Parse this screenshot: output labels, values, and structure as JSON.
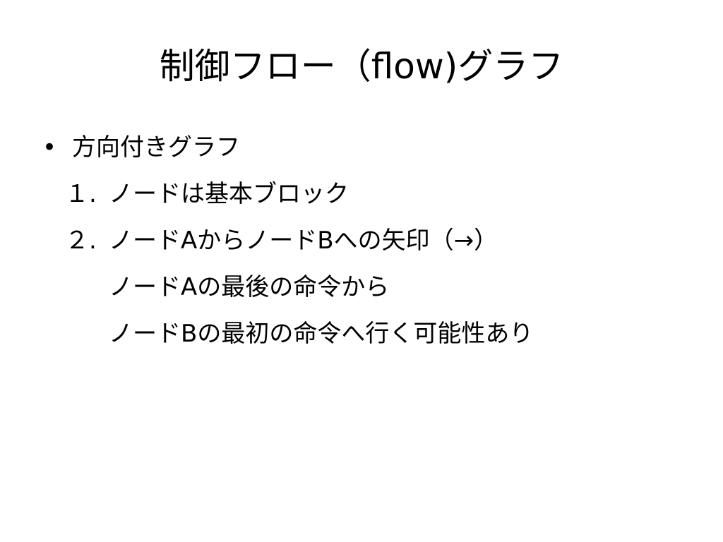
{
  "slide": {
    "title": "制御フロー（flow)グラフ",
    "bullet": {
      "symbol": "•",
      "text": "方向付きグラフ"
    },
    "items": [
      {
        "number": "１.",
        "text": "ノードは基本ブロック"
      },
      {
        "number": "２.",
        "text": "ノードAからノードBへの矢印（→）"
      }
    ],
    "continuation": [
      "ノードAの最後の命令から",
      "ノードBの最初の命令へ行く可能性あり"
    ]
  }
}
